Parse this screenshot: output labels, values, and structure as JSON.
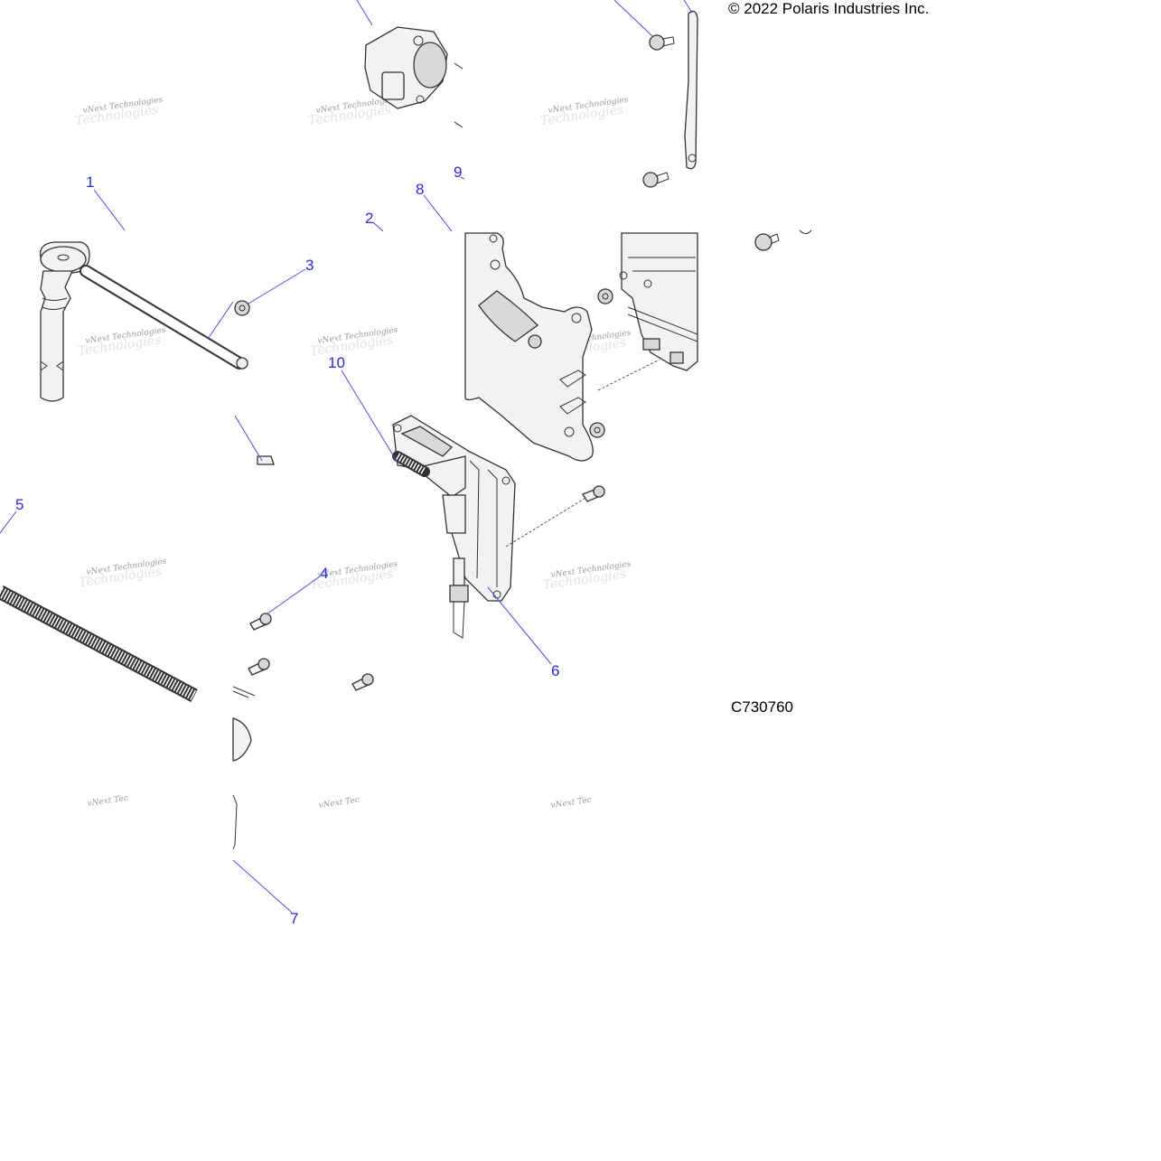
{
  "copyright": "© 2022 Polaris Industries Inc.",
  "drawing_id": "C730760",
  "callouts": [
    {
      "id": "c1",
      "label": "1"
    },
    {
      "id": "c2",
      "label": "2"
    },
    {
      "id": "c3",
      "label": "3"
    },
    {
      "id": "c4",
      "label": "4"
    },
    {
      "id": "c5",
      "label": "5"
    },
    {
      "id": "c6",
      "label": "6"
    },
    {
      "id": "c7",
      "label": "7"
    },
    {
      "id": "c8",
      "label": "8"
    },
    {
      "id": "c9",
      "label": "9"
    },
    {
      "id": "c10",
      "label": "10"
    }
  ],
  "watermark": {
    "line1": "vNext Technologies",
    "line2": "Technologies",
    "line_clipped": "vNext Tec"
  },
  "colors": {
    "callout": "#2a2ad8",
    "line": "#333333",
    "watermark": "#9a9a9a"
  }
}
